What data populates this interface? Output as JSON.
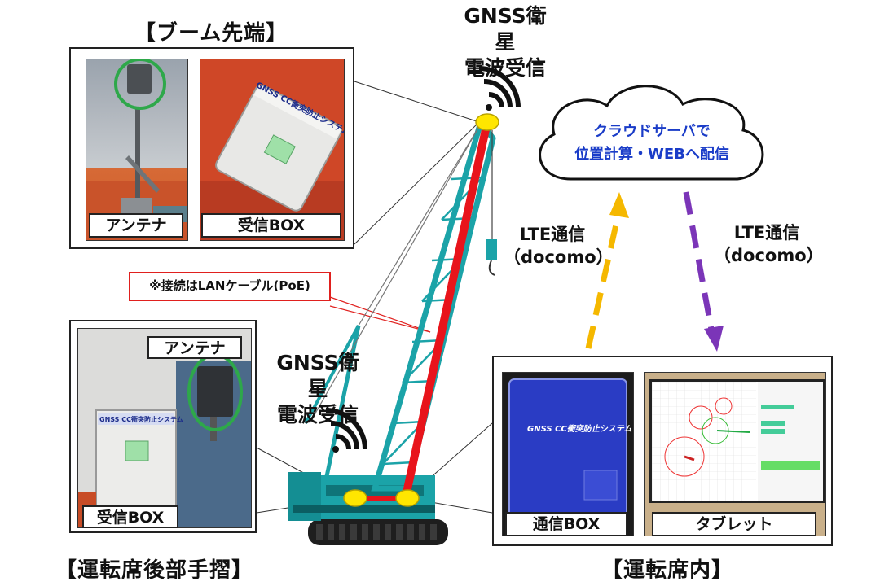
{
  "boom_tip": {
    "title": "【ブーム先端】",
    "captions": {
      "antenna": "アンテナ",
      "receiver": "受信BOX"
    },
    "device_label": "GNSS CC衝突防止システム"
  },
  "rear_rail": {
    "title": "【運転席後部手摺】",
    "captions": {
      "antenna": "アンテナ",
      "receiver": "受信BOX"
    },
    "device_label": "GNSS CC衝突防止システム"
  },
  "cab": {
    "title": "【運転席内】",
    "captions": {
      "comm_box": "通信BOX",
      "tablet": "タブレット"
    },
    "device_label": "GNSS CC衝突防止システム"
  },
  "gnss_top": {
    "line1": "GNSS衛星",
    "line2": "電波受信"
  },
  "gnss_mid": {
    "line1": "GNSS衛星",
    "line2": "電波受信"
  },
  "cloud": {
    "line1": "クラウドサーバで",
    "line2": "位置計算・WEBへ配信"
  },
  "lte_up": {
    "line1": "LTE通信",
    "line2": "（docomo）"
  },
  "lte_down": {
    "line1": "LTE通信",
    "line2": "（docomo）"
  },
  "note": "※接続はLANケーブル(PoE)",
  "colors": {
    "teal": "#1ba3a8",
    "red": "#e8141b",
    "yellow_antenna": "#ffe600",
    "arrow_up": "#f5b800",
    "arrow_down": "#7b35b8",
    "green_circle": "#2ea84a",
    "cloud_text": "#1a3cc8",
    "note_border": "#e0201e"
  }
}
